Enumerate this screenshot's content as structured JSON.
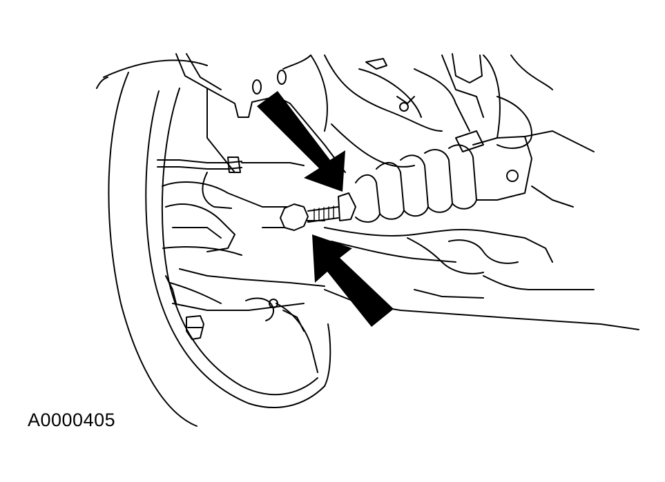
{
  "figure": {
    "id": "A0000405"
  },
  "colors": {
    "line": "#000000",
    "background": "#ffffff"
  },
  "callouts": [
    {
      "name": "arrow-upper",
      "points_to": "inner-tie-rod-boot-clamp"
    },
    {
      "name": "arrow-lower",
      "points_to": "tie-rod-jam-nut"
    }
  ]
}
